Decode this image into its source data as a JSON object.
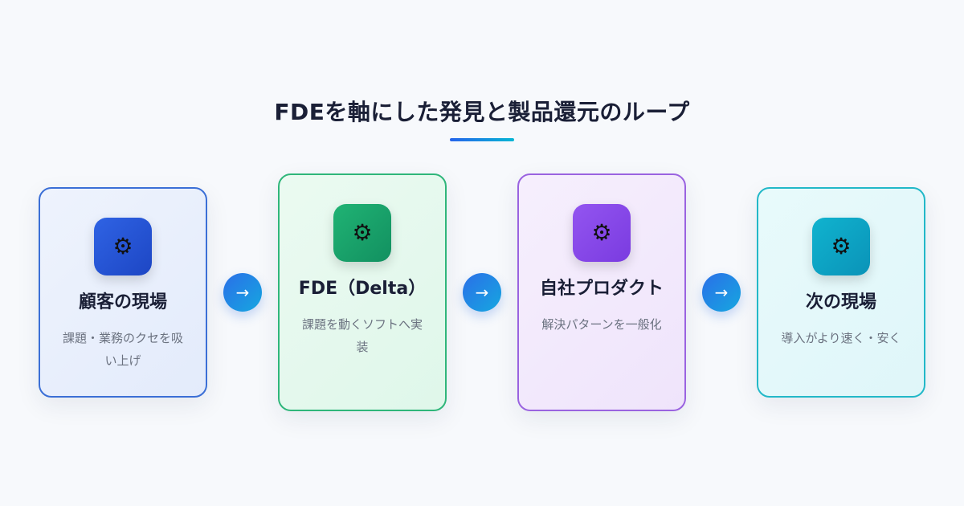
{
  "title": "FDEを軸にした発見と製品還元のループ",
  "steps": [
    {
      "icon": "gear-icon",
      "icon_glyph": "⚙",
      "name": "顧客の現場",
      "desc": "課題・業務のクセを吸い上げ"
    },
    {
      "icon": "gear-icon",
      "icon_glyph": "⚙",
      "name": "FDE（Delta）",
      "desc": "課題を動くソフトへ実装"
    },
    {
      "icon": "gear-icon",
      "icon_glyph": "⚙",
      "name": "自社プロダクト",
      "desc": "解決パターンを一般化"
    },
    {
      "icon": "gear-icon",
      "icon_glyph": "⚙",
      "name": "次の現場",
      "desc": "導入がより速く・安く"
    }
  ],
  "arrow_glyph": "→",
  "colors": {
    "accent_blue": "#2563eb",
    "step1": "#3b6fd6",
    "step2": "#2fb67a",
    "step3": "#9a63e0",
    "step4": "#22b8c8"
  }
}
